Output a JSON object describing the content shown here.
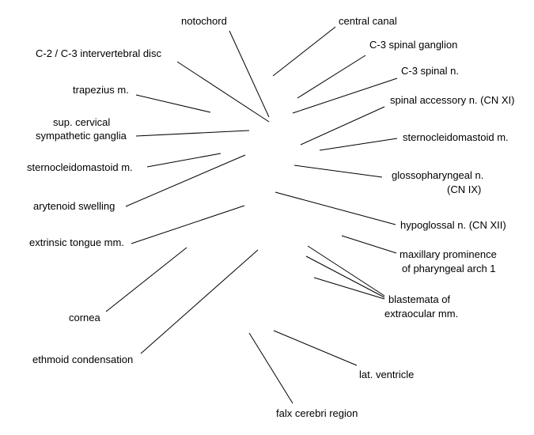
{
  "labels": {
    "notochord": "notochord",
    "central_canal": "central canal",
    "c2_c3_disc": "C-2 / C-3 intervertebral disc",
    "c3_spinal_ganglion": "C-3 spinal ganglion",
    "c3_spinal_nerve": "C-3 spinal n.",
    "trapezius": "trapezius m.",
    "spinal_accessory": "spinal accessory n. (CN XI)",
    "sup_cervical_line1": "sup. cervical",
    "sup_cervical_line2": "sympathetic ganglia",
    "sternocleidomastoid_right": "sternocleidomastoid m.",
    "sternocleidomastoid_left": "sternocleidomastoid m.",
    "glossopharyngeal_line1": "glossopharyngeal n.",
    "glossopharyngeal_line2": "(CN IX)",
    "arytenoid": "arytenoid swelling",
    "hypoglossal": "hypoglossal n. (CN XII)",
    "extrinsic_tongue": "extrinsic tongue mm.",
    "maxillary_line1": "maxillary prominence",
    "maxillary_line2": "of pharyngeal arch 1",
    "blastemata_line1": "blastemata of",
    "blastemata_line2": "extraocular mm.",
    "cornea": "cornea",
    "ethmoid": "ethmoid condensation",
    "lat_ventricle": "lat. ventricle",
    "falx_cerebri": "falx cerebri region"
  }
}
